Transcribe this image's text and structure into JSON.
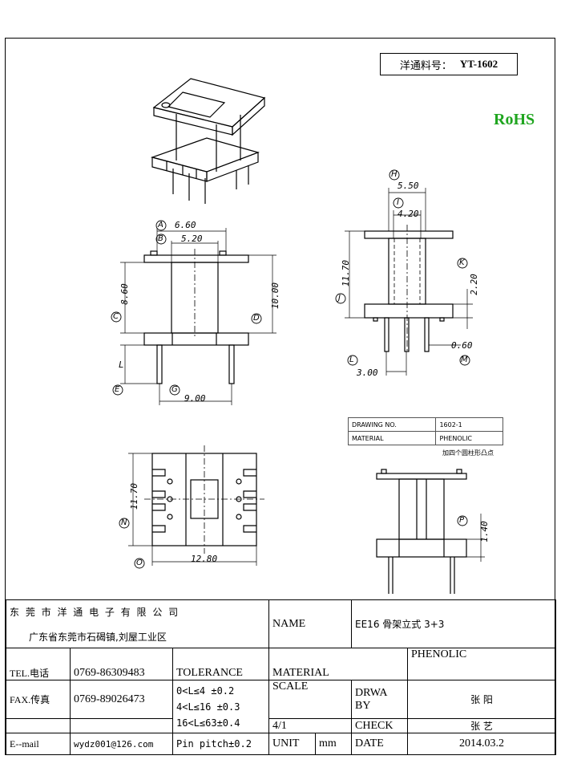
{
  "header": {
    "part_label": "洋通料号：",
    "part_number": "YT-1602",
    "rohs": "RoHS"
  },
  "dimensions": {
    "A": "6.60",
    "B": "5.20",
    "C": "8.60",
    "D": "10.00",
    "E": "L",
    "G": "9.00",
    "H": "5.50",
    "I": "4.20",
    "J": "11.70",
    "K": "2.20",
    "L": "3.00",
    "M": "0.60",
    "N": "11.70",
    "O": "12.80",
    "P": "1.40"
  },
  "reference": {
    "drawing_no_label": "DRAWING NO.",
    "drawing_no_value": "1602-1",
    "material_label": "MATERIAL",
    "material_value": "PHENOLIC",
    "note": "加四个圆柱形凸点"
  },
  "title_block": {
    "company": "东 莞 市 洋 通 电 子 有 限 公 司",
    "address": "广东省东莞市石碣镇,刘屋工业区",
    "name_label": "NAME",
    "name_value": "EE16 骨架立式 3+3",
    "tel_label": "TEL.电话",
    "tel_value": "0769-86309483",
    "tolerance_label": "TOLERANCE",
    "material_label": "MATERIAL",
    "material_value": "PHENOLIC",
    "fax_label": "FAX.传真",
    "fax_value": "0769-89026473",
    "tolerance_lines": [
      "0<L≤4  ±0.2",
      "4<L≤16 ±0.3",
      "16<L≤63±0.4"
    ],
    "scale_label": "SCALE",
    "scale_value": "4/1",
    "draw_by_label": "DRWA BY",
    "draw_by_value": "张 阳",
    "check_label": "CHECK",
    "check_value": "张 艺",
    "email_label": "E--mail",
    "email_value": "wydz001@126.com",
    "pin_pitch": "Pin pitch±0.2",
    "unit_label": "UNIT",
    "unit_value": "mm",
    "date_label": "DATE",
    "date_value": "2014.03.2"
  }
}
